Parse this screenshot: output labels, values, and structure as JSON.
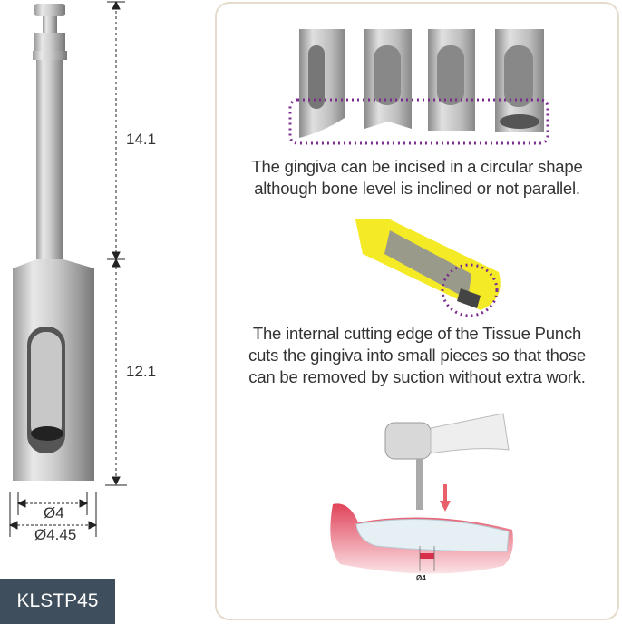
{
  "product": {
    "model_code": "KLSTP45",
    "dimensions": {
      "upper_length": "14.1",
      "lower_length": "12.1",
      "inner_diameter": "Ø4",
      "outer_diameter": "Ø4.45"
    }
  },
  "features": [
    {
      "caption_lines": [
        "The gingiva can be incised in a circular shape",
        "although bone level is inclined or not parallel."
      ]
    },
    {
      "caption_lines": [
        "The internal cutting edge of the Tissue Punch",
        "cuts the gingiva into small pieces so that those",
        "can be removed by suction without extra work."
      ]
    }
  ],
  "illustration": {
    "diameter_label": "Ø4"
  },
  "colors": {
    "highlight_dotted": "#7b2d8e",
    "model_badge": "#3e4e5c",
    "gum": "#e0445a",
    "arrow": "#e8606a",
    "yellow": "#f2e600"
  }
}
